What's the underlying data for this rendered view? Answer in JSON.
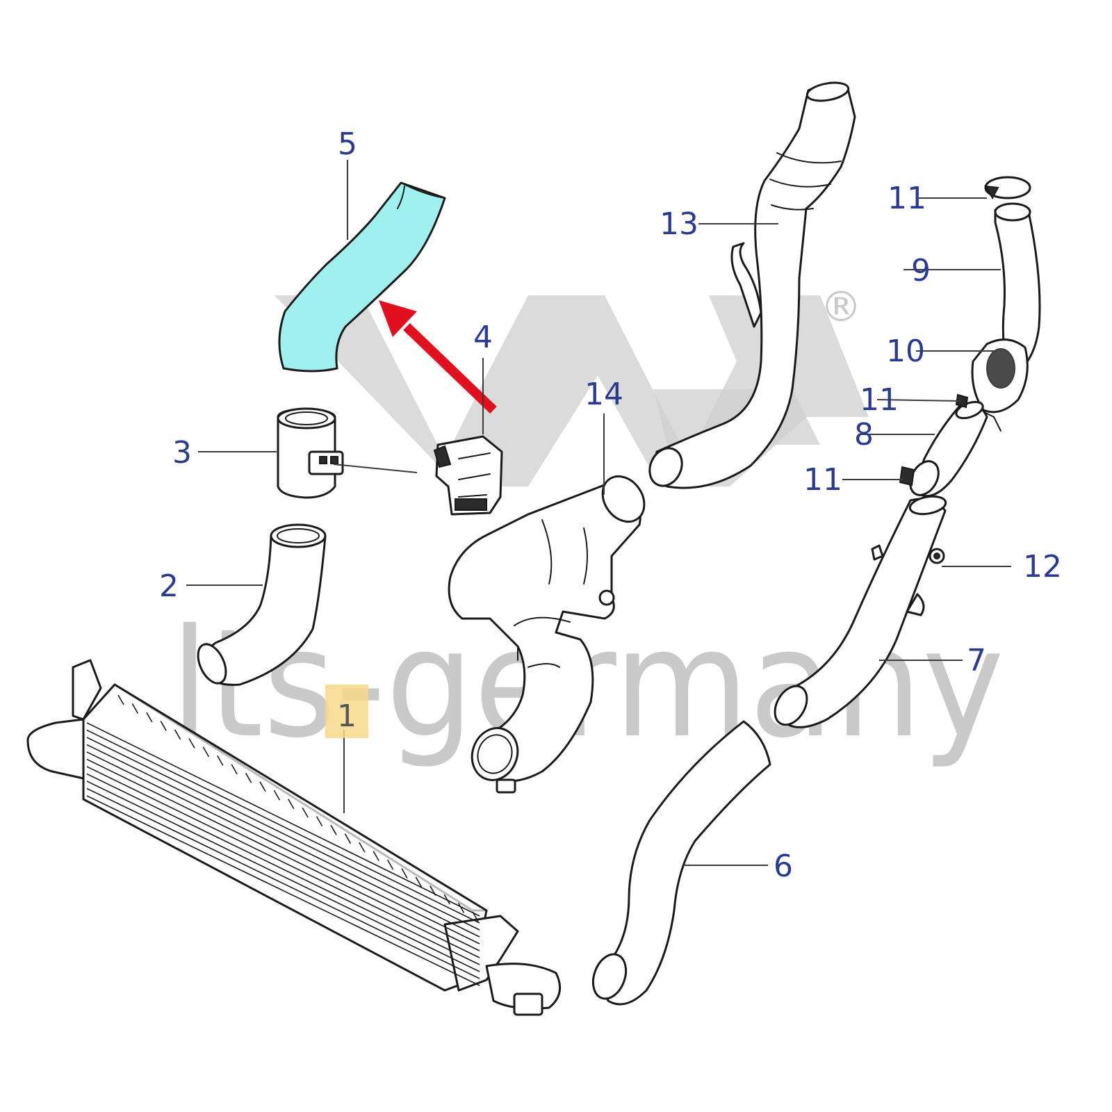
{
  "watermark": {
    "text": "lts-germany",
    "registered_mark": "®",
    "color": "#c9c9c9"
  },
  "highlight": {
    "part_number": "5",
    "fill_color": "#9ff0ef",
    "arrow_color": "#e0101e",
    "label_box_color": "#f6d98a"
  },
  "callouts": [
    {
      "id": "1",
      "label": "1",
      "highlighted": true
    },
    {
      "id": "2",
      "label": "2"
    },
    {
      "id": "3",
      "label": "3"
    },
    {
      "id": "4",
      "label": "4"
    },
    {
      "id": "5",
      "label": "5"
    },
    {
      "id": "6",
      "label": "6"
    },
    {
      "id": "7",
      "label": "7"
    },
    {
      "id": "8",
      "label": "8"
    },
    {
      "id": "9",
      "label": "9"
    },
    {
      "id": "10",
      "label": "10"
    },
    {
      "id": "11a",
      "label": "11"
    },
    {
      "id": "11b",
      "label": "11"
    },
    {
      "id": "11c",
      "label": "11"
    },
    {
      "id": "12",
      "label": "12"
    },
    {
      "id": "13",
      "label": "13"
    },
    {
      "id": "14",
      "label": "14"
    }
  ],
  "colors": {
    "callout_text": "#2a3a8f",
    "line_art": "#1a1a1a"
  }
}
